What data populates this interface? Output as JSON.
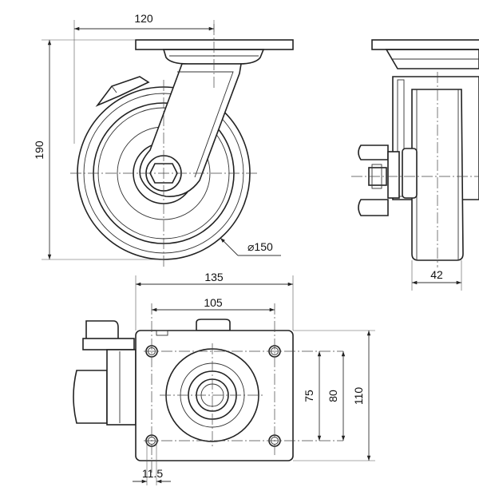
{
  "dimensions": {
    "swivel_offset": "120",
    "total_height": "190",
    "wheel_diameter": "⌀150",
    "wheel_width": "42",
    "plate_length": "135",
    "hole_spacing_length": "105",
    "hole_spacing_width": "75",
    "plate_bolt_width": "80",
    "plate_width": "110",
    "bolt_hole": "11.5"
  }
}
